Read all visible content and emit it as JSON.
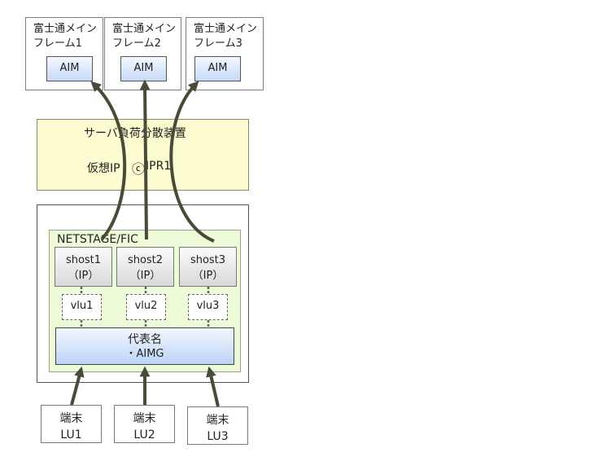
{
  "mainframes": [
    {
      "line1": "富士通メイン",
      "line2": "フレーム1",
      "aim": "AIM"
    },
    {
      "line1": "富士通メイン",
      "line2": "フレーム2",
      "aim": "AIM"
    },
    {
      "line1": "富士通メイン",
      "line2": "フレーム3",
      "aim": "AIM"
    }
  ],
  "load_balancer": {
    "title": "サーバ負荷分散装置",
    "vip_label": "仮想IP",
    "vip_mark": "ⓒ",
    "vip_name": "IPR1"
  },
  "netstage": {
    "title": "NETSTAGE/FIC",
    "hosts": [
      {
        "name": "shost1",
        "ip": "（IP）",
        "vlu": "vlu1"
      },
      {
        "name": "shost2",
        "ip": "（IP）",
        "vlu": "vlu2"
      },
      {
        "name": "shost3",
        "ip": "（IP）",
        "vlu": "vlu3"
      }
    ],
    "representative": {
      "title": "代表名",
      "item": "・AIMG"
    }
  },
  "terminals": [
    {
      "label": "端末",
      "lu": "LU1"
    },
    {
      "label": "端末",
      "lu": "LU2"
    },
    {
      "label": "端末",
      "lu": "LU3"
    }
  ],
  "colors": {
    "arrow": "#4a4a38",
    "connector": "#666666"
  }
}
